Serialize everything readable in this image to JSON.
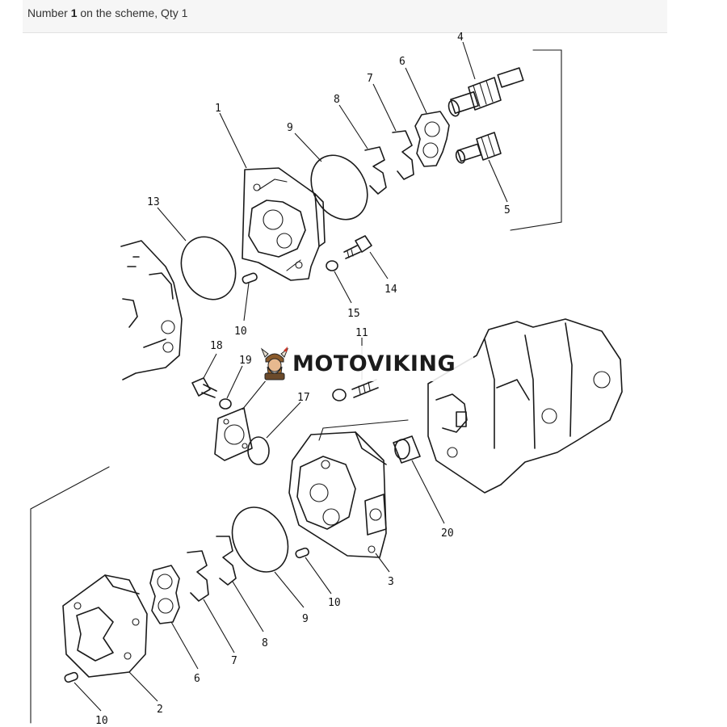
{
  "header": {
    "prefix": "Number",
    "number": "1",
    "suffix": "on the scheme, Qty 1"
  },
  "callouts": {
    "p1": "1",
    "p2": "2",
    "p3": "3",
    "p4": "4",
    "p5": "5",
    "p6a": "6",
    "p6b": "6",
    "p7a": "7",
    "p7b": "7",
    "p8a": "8",
    "p8b": "8",
    "p9a": "9",
    "p9b": "9",
    "p10a": "10",
    "p10b": "10",
    "p10c": "10",
    "p11": "11",
    "p13": "13",
    "p14": "14",
    "p15": "15",
    "p17": "17",
    "p18": "18",
    "p19": "19",
    "p20": "20"
  },
  "watermark": {
    "brand": "MOTOVIKING",
    "logo_icon": "viking-mascot-icon"
  },
  "colors": {
    "line": "#1a1a1a",
    "logo_accent": "#d0382a"
  }
}
